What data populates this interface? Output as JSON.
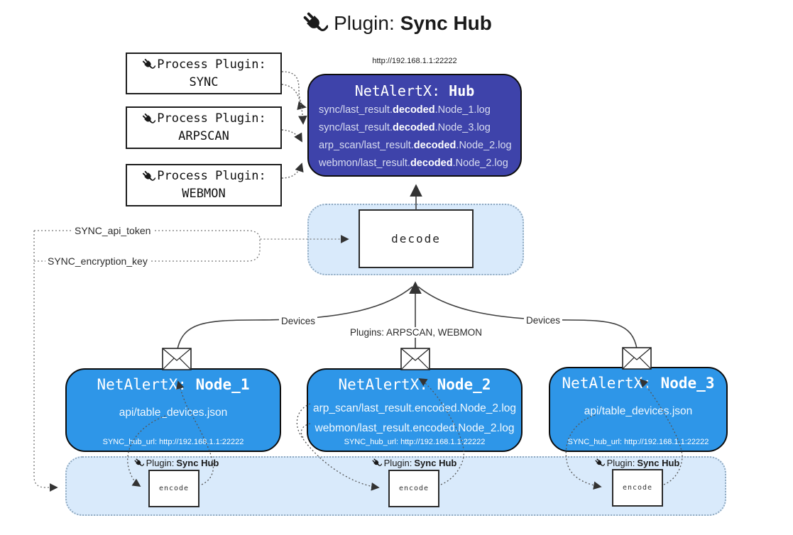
{
  "title": {
    "icon": "plug-icon",
    "prefix": "Plugin:",
    "bold": "Sync Hub"
  },
  "hub": {
    "url_label": "http://192.168.1.1:22222",
    "name_prefix": "NetAlertX: ",
    "name_bold": "Hub",
    "log_lines": [
      {
        "pre": "sync/last_result.",
        "bold": "decoded",
        "post": ".Node_1.log"
      },
      {
        "pre": "sync/last_result.",
        "bold": "decoded",
        "post": ".Node_3.log"
      },
      {
        "pre": "arp_scan/last_result.",
        "bold": "decoded",
        "post": ".Node_2.log"
      },
      {
        "pre": "webmon/last_result.",
        "bold": "decoded",
        "post": ".Node_2.log"
      }
    ]
  },
  "process_plugins": [
    {
      "title": "Process Plugin:",
      "name": "SYNC"
    },
    {
      "title": "Process Plugin:",
      "name": "ARPSCAN"
    },
    {
      "title": "Process Plugin:",
      "name": "WEBMON"
    }
  ],
  "decode": {
    "label": "decode"
  },
  "settings": {
    "api_token": "SYNC_api_token",
    "encryption_key": "SYNC_encryption_key"
  },
  "edges": {
    "devices_left": "Devices",
    "plugins_mid": "Plugins: ARPSCAN, WEBMON",
    "devices_right": "Devices"
  },
  "nodes": [
    {
      "name_prefix": "NetAlertX: ",
      "name_bold": "Node_1",
      "lines": [
        "api/table_devices.json"
      ],
      "hub_url": "SYNC_hub_url: http://192.168.1.1:22222"
    },
    {
      "name_prefix": "NetAlertX: ",
      "name_bold": "Node_2",
      "lines": [
        "arp_scan/last_result.encoded.Node_2.log",
        "webmon/last_result.encoded.Node_2.log"
      ],
      "hub_url": "SYNC_hub_url: http://192.168.1.1:22222"
    },
    {
      "name_prefix": "NetAlertX: ",
      "name_bold": "Node_3",
      "lines": [
        "api/table_devices.json"
      ],
      "hub_url": "SYNC_hub_url: http://192.168.1.1:22222"
    }
  ],
  "sync_bar": {
    "label_prefix": "Plugin:",
    "label_bold": "Sync Hub",
    "encode_label": "encode"
  },
  "colors": {
    "hub_bg": "#3e43aa",
    "node_bg": "#2e96e8",
    "panel_bg": "#d9eafb",
    "arrow": "#333333",
    "hub_text": "#d8dcf0"
  }
}
